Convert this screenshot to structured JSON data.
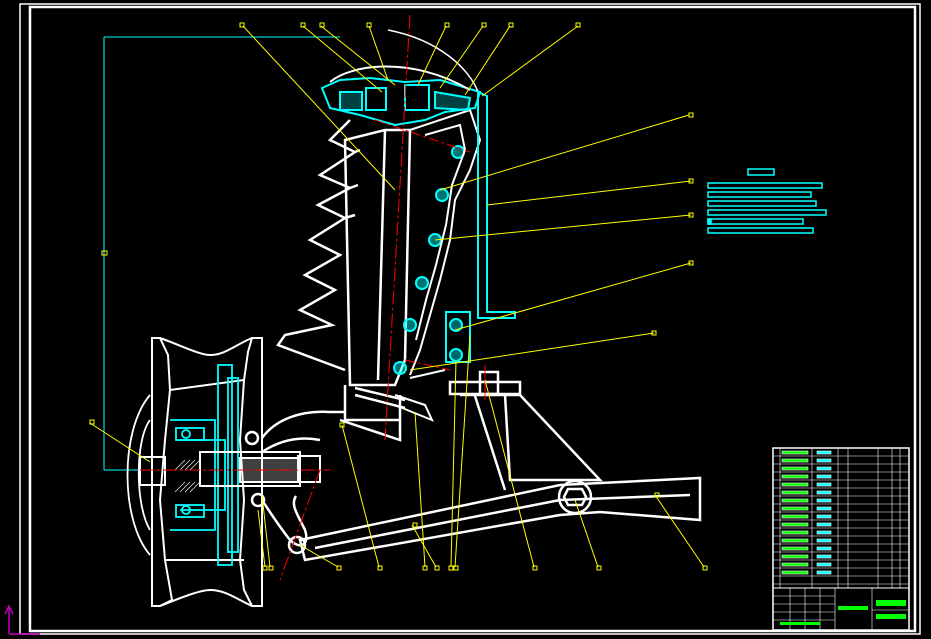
{
  "drawing": {
    "background_color": "#000000",
    "colors": {
      "outline": "#ffffff",
      "component": "#00ffff",
      "leader": "#ffff00",
      "centerline": "#ff0000",
      "title_block_fill": "#00ff00",
      "ucs": "#c000c0"
    },
    "views": [
      "front-suspension-strut-assembly",
      "wheel-hub-section",
      "lower-control-arm",
      "technical-requirements-notes",
      "parts-list-title-block"
    ],
    "icons": [
      "ucs-axis-icon"
    ]
  }
}
